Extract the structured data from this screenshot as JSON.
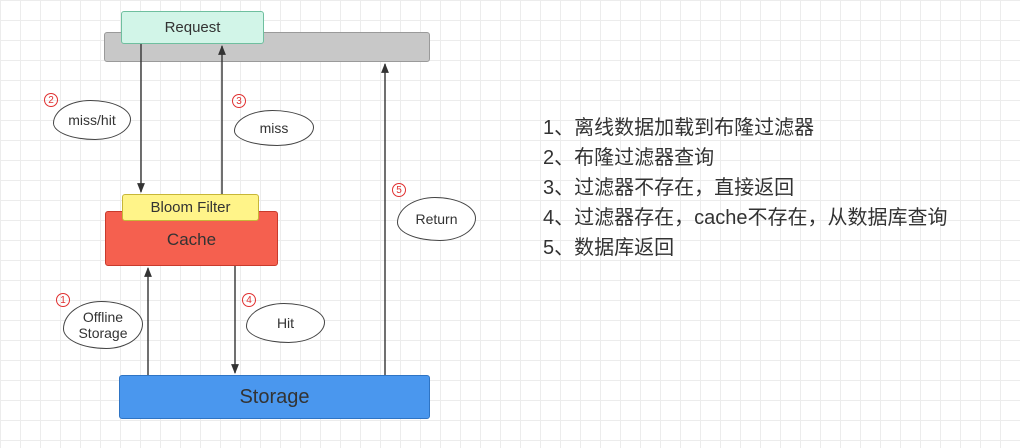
{
  "nodes": {
    "request": "Request",
    "bloom_filter": "Bloom Filter",
    "cache": "Cache",
    "storage": "Storage"
  },
  "edge_labels": {
    "miss_hit": "miss/hit",
    "miss": "miss",
    "return": "Return",
    "offline_storage_line1": "Offline",
    "offline_storage_line2": "Storage",
    "hit": "Hit"
  },
  "step_markers": {
    "one": "1",
    "two": "2",
    "three": "3",
    "four": "4",
    "five": "5"
  },
  "steps": [
    "1、离线数据加载到布隆过滤器",
    "2、布隆过滤器查询",
    "3、过滤器不存在，直接返回",
    "4、过滤器存在，cache不存在，从数据库查询",
    "5、数据库返回"
  ],
  "colors": {
    "request": "#d2f5e8",
    "bar": "#c8c8c8",
    "bloom_filter": "#fff489",
    "cache": "#f5604f",
    "storage": "#4a97ee",
    "step_marker": "#e03030"
  }
}
